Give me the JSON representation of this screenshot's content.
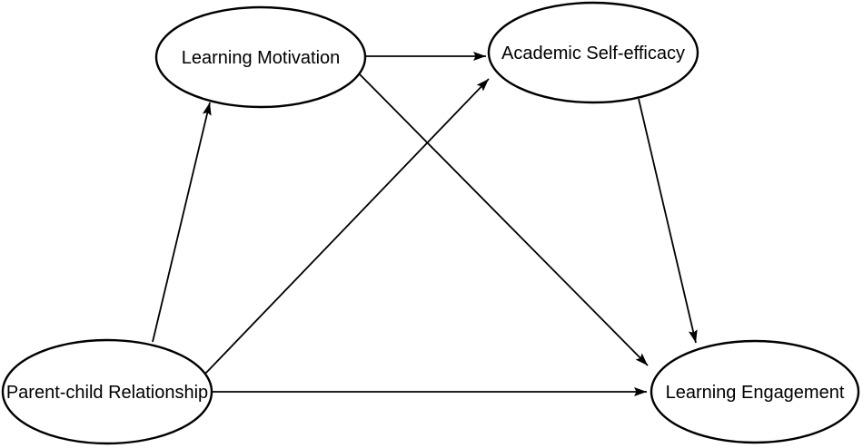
{
  "diagram": {
    "type": "path-model",
    "background_color": "#ffffff",
    "stroke_color": "#000000",
    "text_color": "#000000",
    "nodes": {
      "learning_motivation": {
        "label": "Learning Motivation",
        "shape": "ellipse"
      },
      "academic_self_efficacy": {
        "label": "Academic Self-efficacy",
        "shape": "ellipse"
      },
      "parent_child_relationship": {
        "label": "Parent-child Relationship",
        "shape": "ellipse"
      },
      "learning_engagement": {
        "label": "Learning Engagement",
        "shape": "ellipse"
      }
    },
    "edges": [
      {
        "from": "Parent-child Relationship",
        "to": "Learning Motivation",
        "style": "arrow"
      },
      {
        "from": "Parent-child Relationship",
        "to": "Academic Self-efficacy",
        "style": "arrow"
      },
      {
        "from": "Parent-child Relationship",
        "to": "Learning Engagement",
        "style": "arrow"
      },
      {
        "from": "Learning Motivation",
        "to": "Academic Self-efficacy",
        "style": "arrow"
      },
      {
        "from": "Learning Motivation",
        "to": "Learning Engagement",
        "style": "arrow"
      },
      {
        "from": "Academic Self-efficacy",
        "to": "Learning Engagement",
        "style": "arrow"
      }
    ]
  }
}
